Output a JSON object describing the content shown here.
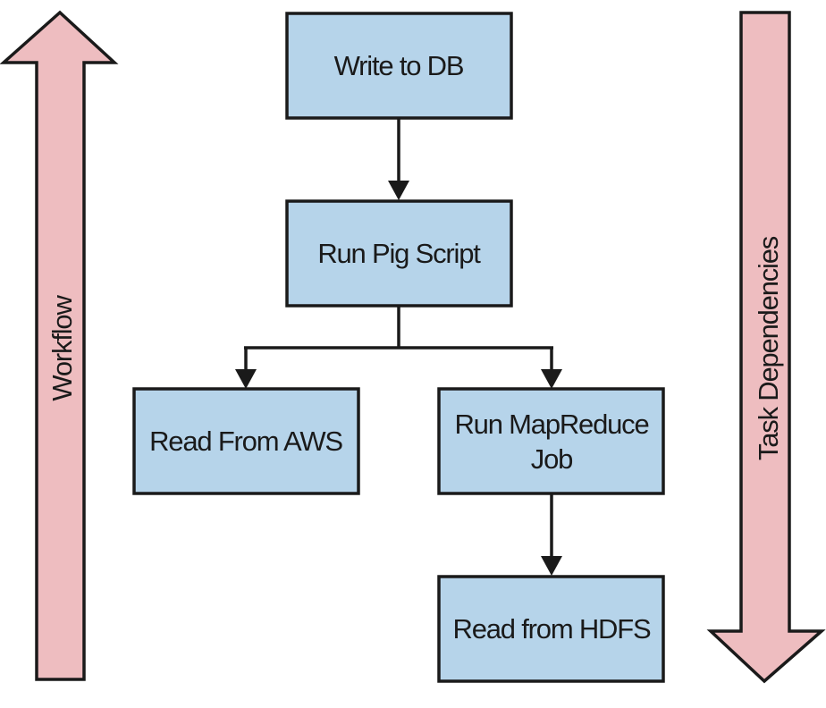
{
  "side_labels": {
    "left": "Workflow",
    "right": "Task Dependencies"
  },
  "nodes": {
    "write_db": {
      "lines": [
        "Write to DB"
      ]
    },
    "pig_script": {
      "lines": [
        "Run Pig Script"
      ]
    },
    "read_aws": {
      "lines": [
        "Read From AWS"
      ]
    },
    "mapreduce": {
      "lines": [
        "Run MapReduce",
        "Job"
      ]
    },
    "read_hdfs": {
      "lines": [
        "Read from HDFS"
      ]
    }
  },
  "colors": {
    "node_fill": "#b6d4ea",
    "side_arrow_fill": "#eebdc0",
    "stroke": "#1a1a1a"
  }
}
